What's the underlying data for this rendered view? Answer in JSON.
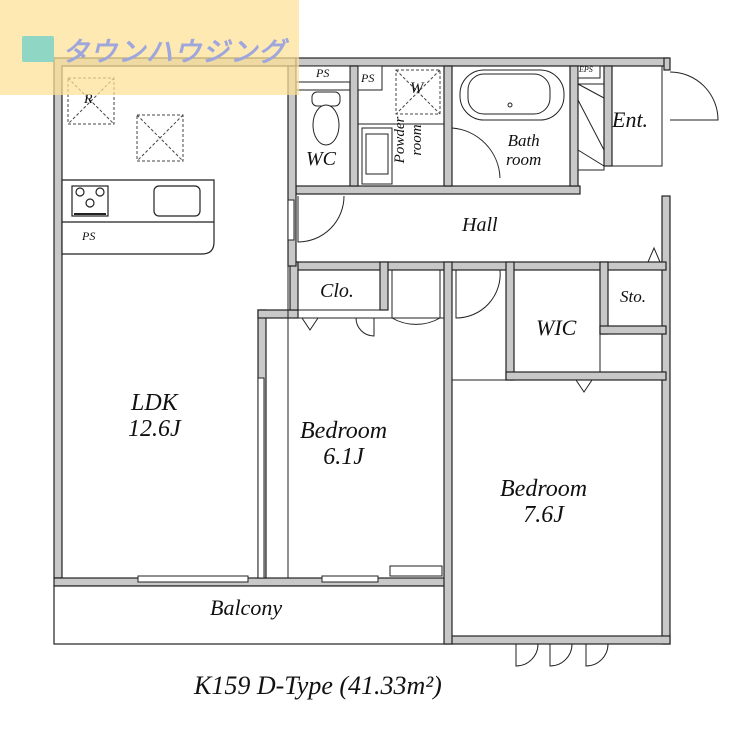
{
  "watermark": {
    "brand": "タウンハウジング"
  },
  "rooms": {
    "ldk": {
      "name": "LDK",
      "size": "12.6J"
    },
    "bedroom1": {
      "name": "Bedroom",
      "size": "6.1J"
    },
    "bedroom2": {
      "name": "Bedroom",
      "size": "7.6J"
    },
    "wc": "WC",
    "powder": "Powder room",
    "bath": {
      "line1": "Bath",
      "line2": "room"
    },
    "entrance": "Ent.",
    "hall": "Hall",
    "closet": "Clo.",
    "wic": "WIC",
    "storage": "Sto.",
    "balcony": "Balcony"
  },
  "fixtures": {
    "ps1": "PS",
    "ps2": "PS",
    "ps3": "PS",
    "eps": "EPS",
    "washer": "W",
    "fridge": "R"
  },
  "caption": "K159  D-Type (41.33m²)",
  "colors": {
    "wall": "#c8c8c8",
    "line": "#222222",
    "watermark_bg": "#fde096",
    "logo_text": "#9ea6dc"
  }
}
